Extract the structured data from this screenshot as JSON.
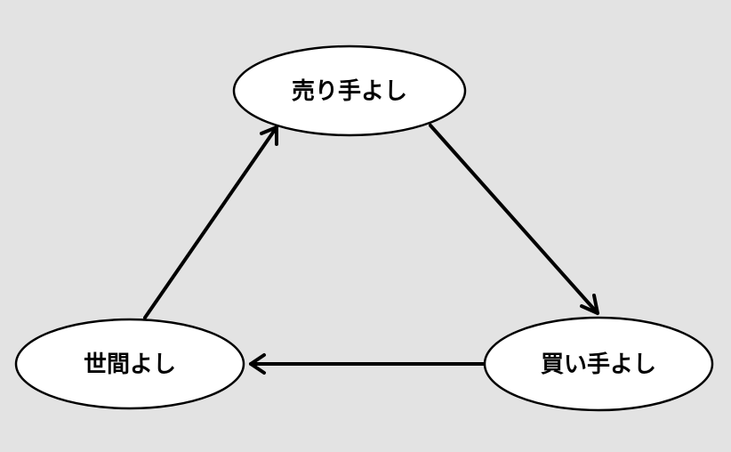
{
  "diagram": {
    "type": "cycle",
    "nodes": {
      "seller": {
        "label": "売り手よし"
      },
      "buyer": {
        "label": "買い手よし"
      },
      "society": {
        "label": "世間よし"
      }
    },
    "edges": [
      {
        "from": "seller",
        "to": "buyer"
      },
      {
        "from": "buyer",
        "to": "society"
      },
      {
        "from": "society",
        "to": "seller"
      }
    ]
  },
  "colors": {
    "background": "#e3e3e3",
    "node_fill": "#ffffff",
    "stroke": "#000000"
  }
}
